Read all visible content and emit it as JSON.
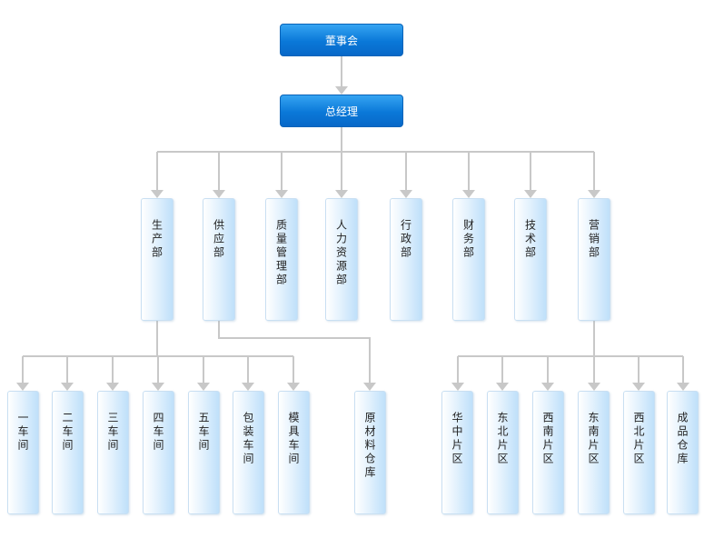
{
  "top": {
    "board": "董事会",
    "gm": "总经理"
  },
  "departments": [
    "生产部",
    "供应部",
    "质量管理部",
    "人力资源部",
    "行政部",
    "财务部",
    "技术部",
    "营销部"
  ],
  "production_units": [
    "一车间",
    "二车间",
    "三车间",
    "四车间",
    "五车间",
    "包装车间",
    "模具车间"
  ],
  "supply_units": [
    "原材料仓库"
  ],
  "sales_units": [
    "华中片区",
    "东北片区",
    "西南片区",
    "东南片区",
    "西北片区",
    "成品仓库"
  ],
  "colors": {
    "top_box": "#0a78d8",
    "dept_box": "#bfe0fa",
    "connector": "#c8c8c8"
  }
}
